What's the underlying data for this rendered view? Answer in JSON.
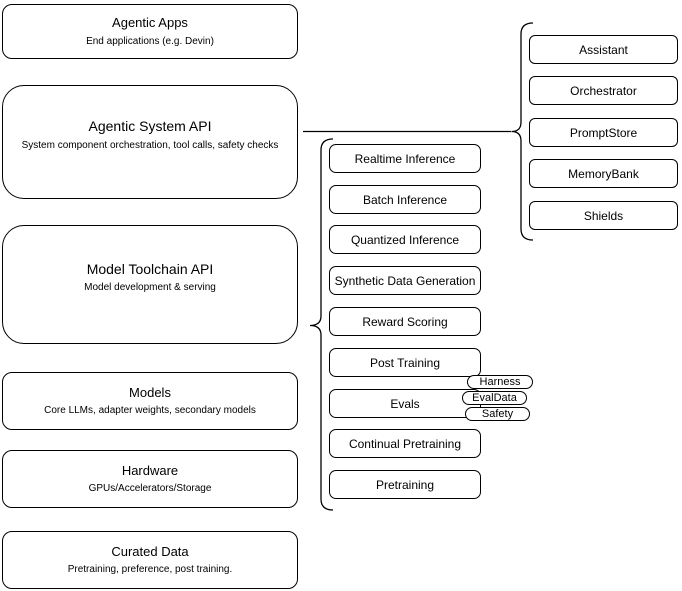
{
  "diagram": {
    "title_implicit": "Agentic system stack diagram",
    "colors": {
      "stroke": "#000000",
      "fill": "#ffffff",
      "text": "#000000"
    },
    "left_stack": [
      {
        "title": "Agentic Apps",
        "subtitle": "End applications (e.g. Devin)"
      },
      {
        "title": "Agentic System API",
        "subtitle": "System component orchestration, tool calls, safety checks"
      },
      {
        "title": "Model Toolchain API",
        "subtitle": "Model development & serving"
      },
      {
        "title": "Models",
        "subtitle": "Core LLMs, adapter weights, secondary models"
      },
      {
        "title": "Hardware",
        "subtitle": "GPUs/Accelerators/Storage"
      },
      {
        "title": "Curated Data",
        "subtitle": "Pretraining, preference, post training."
      }
    ],
    "toolchain_services": [
      "Realtime Inference",
      "Batch Inference",
      "Quantized Inference",
      "Synthetic Data Generation",
      "Reward Scoring",
      "Post Training",
      "Evals",
      "Continual Pretraining",
      "Pretraining"
    ],
    "eval_tags": [
      "Harness",
      "EvalData",
      "Safety"
    ],
    "system_components": [
      "Assistant",
      "Orchestrator",
      "PromptStore",
      "MemoryBank",
      "Shields"
    ]
  }
}
